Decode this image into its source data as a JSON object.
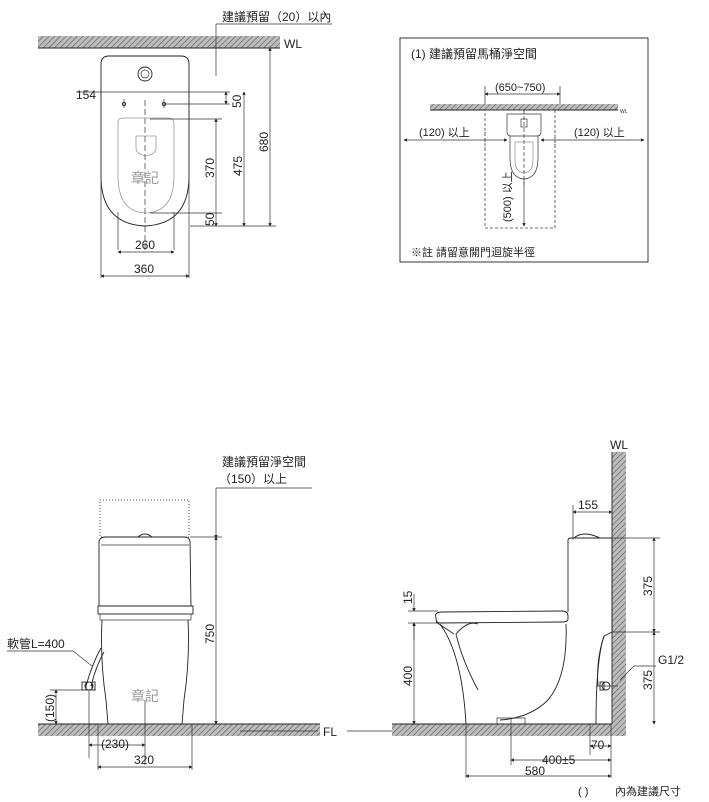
{
  "top_left": {
    "recess_note": "建議預留（20）以內",
    "wall_label": "WL",
    "dim_154": "154",
    "dim_50_top": "50",
    "dim_370": "370",
    "dim_475": "475",
    "dim_680": "680",
    "dim_50_bottom": "50",
    "dim_260": "260",
    "dim_360": "360",
    "stamp": "章記"
  },
  "top_right": {
    "title": "(1)  建議預留馬桶淨空間",
    "width_range": "(650~750)",
    "wall_label_small": "WL",
    "left_clearance": "(120) 以上",
    "right_clearance": "(120) 以上",
    "front_clearance": "(500) 以上",
    "note": "※註 請留意開門迴旋半徑"
  },
  "bottom_left": {
    "clearance_note_1": "建議預留淨空間",
    "clearance_note_2": "（150）以上",
    "hose_label": "軟管L=400",
    "dim_150": "(150)",
    "dim_750": "750",
    "dim_230": "(230)",
    "dim_320": "320",
    "floor_label": "FL",
    "stamp": "章記"
  },
  "bottom_right": {
    "wall_label": "WL",
    "dim_155": "155",
    "dim_15": "15",
    "dim_375_top": "375",
    "dim_400": "400",
    "thread_label": "G1/2",
    "dim_375_bottom": "375",
    "dim_400_5": "400±5",
    "dim_70": "70",
    "dim_580": "580"
  },
  "legend": {
    "paren": "(          )",
    "text": "內為建議尺寸"
  }
}
